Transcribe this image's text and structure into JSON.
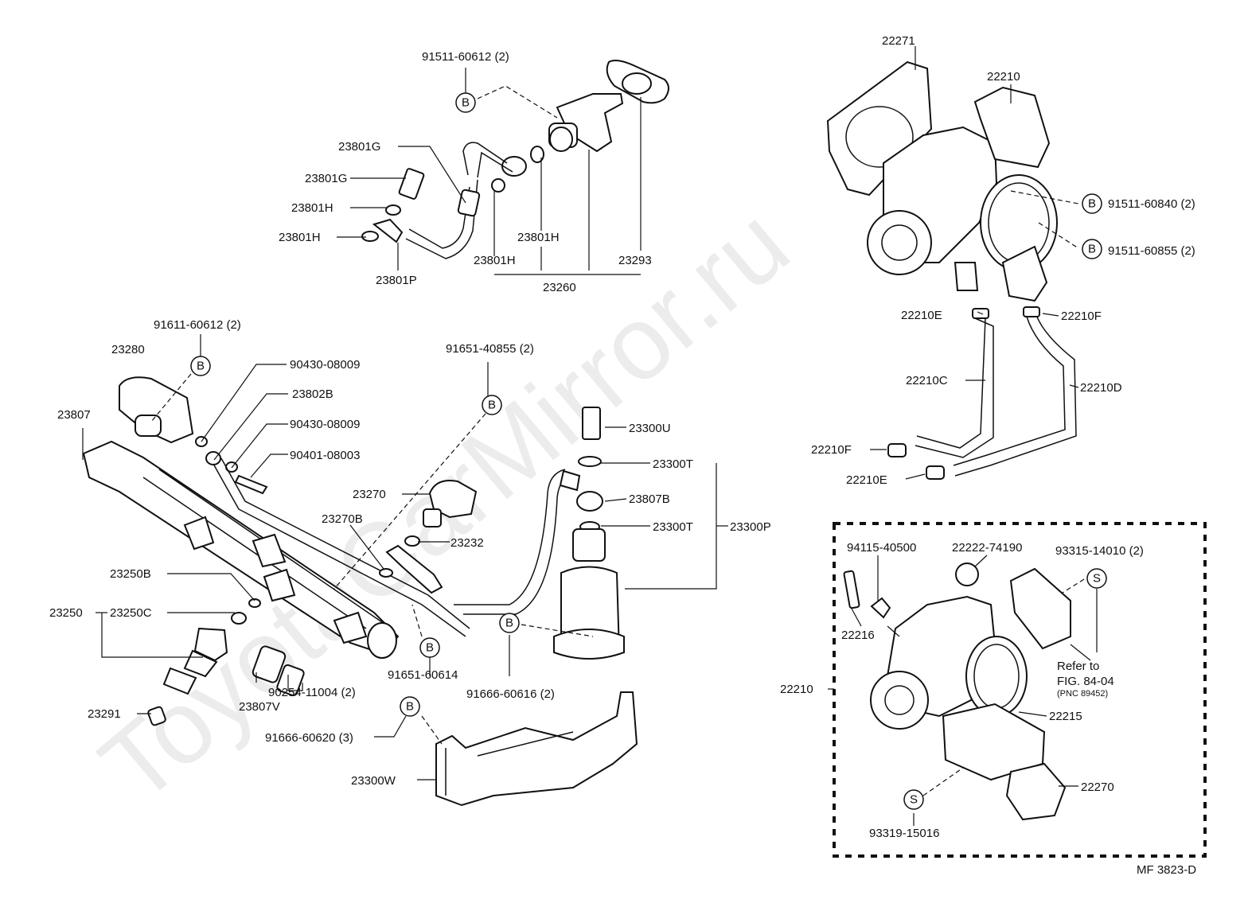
{
  "watermark": "ToyotaCarMirror.ru",
  "figure_id": "MF 3823-D",
  "note": {
    "line1": "Refer to",
    "line2": "FIG. 84-04",
    "line3": "(PNC 89452)"
  },
  "markers": {
    "bolt": "B",
    "screw": "S"
  },
  "labels": [
    "91511-60612 (2)",
    "23801G",
    "23801G",
    "23801H",
    "23801H",
    "23801H",
    "23801H",
    "23801P",
    "23260",
    "23293",
    "22271",
    "22210",
    "91511-60840 (2)",
    "91511-60855 (2)",
    "22210E",
    "22210F",
    "22210C",
    "22210D",
    "22210F",
    "22210E",
    "91611-60612 (2)",
    "23280",
    "90430-08009",
    "23802B",
    "90430-08009",
    "90401-08003",
    "23807",
    "91651-40855 (2)",
    "23300U",
    "23300T",
    "23270",
    "23807B",
    "23300T",
    "23300P",
    "23270B",
    "23232",
    "23250B",
    "23250",
    "23250C",
    "91651-60614",
    "91666-60616 (2)",
    "90254-11004 (2)",
    "23807V",
    "23291",
    "91666-60620 (3)",
    "23300W",
    "94115-40500",
    "22222-74190",
    "93315-14010 (2)",
    "22216",
    "22210",
    "22215",
    "22270",
    "93319-15016"
  ]
}
